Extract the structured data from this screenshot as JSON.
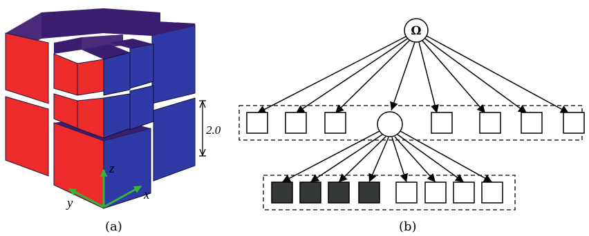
{
  "panel_a": {
    "caption": "(a)",
    "dimension_label": "2.0",
    "axis_labels": {
      "x": "x",
      "y": "y",
      "z": "z"
    },
    "colors": {
      "red_face": "#ee2b2b",
      "blue_face": "#2f3aa6",
      "top_face": "#3a1d6e",
      "axis": "#35b43a"
    }
  },
  "panel_b": {
    "caption": "(b)",
    "root_label": "Ω",
    "level1_children": [
      "empty",
      "empty",
      "empty",
      "internal",
      "empty",
      "empty",
      "empty",
      "empty"
    ],
    "level2_children": [
      "filled",
      "filled",
      "filled",
      "filled",
      "empty",
      "empty",
      "empty",
      "empty"
    ],
    "colors": {
      "filled": "#343838",
      "empty": "#ffffff"
    }
  }
}
